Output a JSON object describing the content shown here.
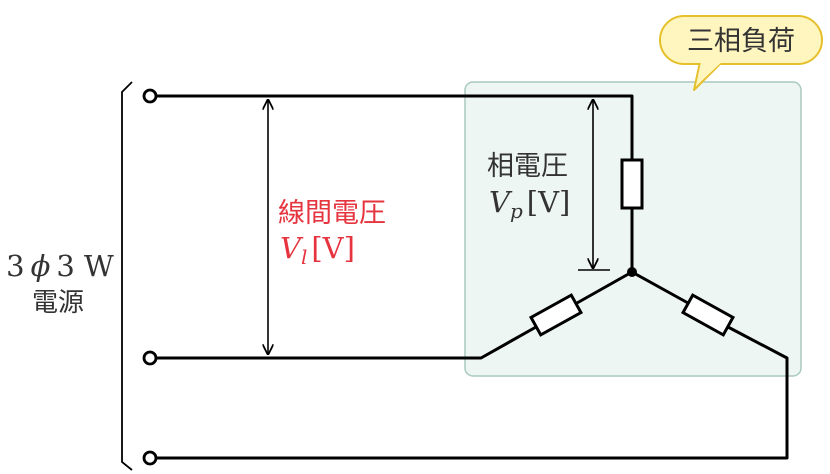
{
  "source": {
    "line1": "3",
    "phi": "ϕ",
    "line1_rest": "3 W",
    "line2": "電源"
  },
  "load": {
    "callout": "三相負荷"
  },
  "line_voltage": {
    "label": "線間電圧",
    "symbol": "V",
    "subscript": "l",
    "unit": "[V]"
  },
  "phase_voltage": {
    "label": "相電圧",
    "symbol": "V",
    "subscript": "p",
    "unit": "[V]"
  },
  "colors": {
    "wire": "#000000",
    "load_fill": "#eef6f3",
    "load_border": "#a9c9bf",
    "callout_fill": "#fff5bf",
    "callout_border": "#e5c02b",
    "line_voltage_text": "#e6343f",
    "text": "#333333"
  }
}
